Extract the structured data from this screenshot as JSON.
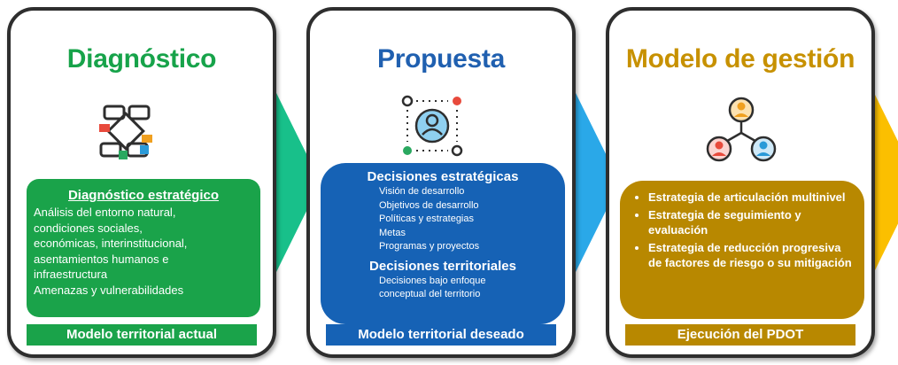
{
  "colors": {
    "green": "#1aa34a",
    "blue": "#1662b5",
    "gold": "#b88800",
    "arrow_green": "#18c08a",
    "arrow_blue": "#2aa8e8",
    "arrow_gold": "#fbbf00"
  },
  "cards": [
    {
      "title": "Diagnóstico",
      "icon": "hands-teamwork-icon",
      "panel_heading": "Diagnóstico estratégico",
      "panel_lines": [
        "Análisis del entorno natural,",
        "condiciones sociales,",
        "económicas, interinstitucional,",
        "asentamientos humanos e",
        "infraestructura",
        "Amenazas y vulnerabilidades"
      ],
      "footer": "Modelo territorial actual"
    },
    {
      "title": "Propuesta",
      "icon": "user-target-network-icon",
      "heading_1": "Decisiones estratégicas",
      "items_1": [
        "Visión de desarrollo",
        "Objetivos de desarrollo",
        "Políticas y estrategias",
        "Metas",
        "Programas y proyectos"
      ],
      "heading_2": "Decisiones territoriales",
      "items_2": [
        "Decisiones bajo enfoque",
        "conceptual del territorio"
      ],
      "footer": "Modelo territorial deseado"
    },
    {
      "title": "Modelo de gestión",
      "icon": "people-hierarchy-icon",
      "bullets": [
        "Estrategia de articulación multinivel",
        "Estrategia de seguimiento y evaluación",
        "Estrategia de reducción progresiva de factores de riesgo o su mitigación"
      ],
      "footer": "Ejecución del PDOT"
    }
  ]
}
